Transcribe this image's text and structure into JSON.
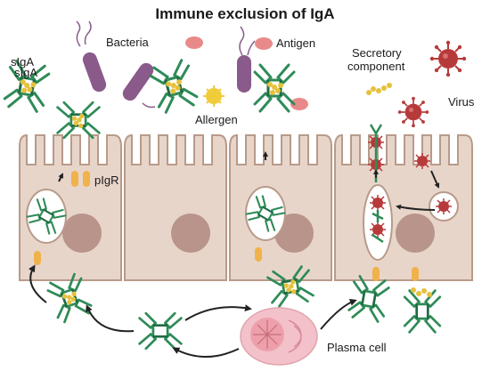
{
  "title": "Immune exclusion of IgA",
  "labels": {
    "siga_1": "sIgA",
    "siga_2": "sIgA",
    "bacteria": "Bacteria",
    "antigen": "Antigen",
    "secretory_line1": "Secretory",
    "secretory_line2": "component",
    "virus": "Virus",
    "allergen": "Allergen",
    "pigr": "pIgR",
    "plasma_cell": "Plasma cell"
  },
  "colors": {
    "cell_fill": "#e8d5ca",
    "cell_stroke": "#b89a89",
    "nucleus": "#b8948a",
    "antibody": "#2e8b57",
    "antibody_dark": "#1f6b44",
    "secretory_component": "#e6c13c",
    "bacteria": "#8a5a8a",
    "antigen": "#e98a8a",
    "virus": "#b73a3a",
    "allergen": "#f1cc3a",
    "plasma_cell": "#f3c1c9",
    "receptor": "#f0b24a",
    "arrow": "#222222"
  }
}
